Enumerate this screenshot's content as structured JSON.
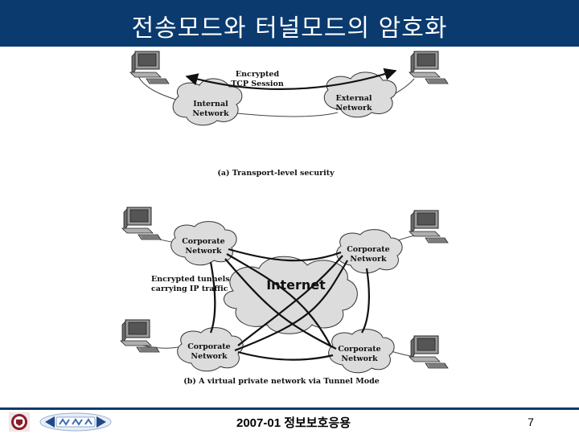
{
  "title": "전송모드와 터널모드의 암호화",
  "colors": {
    "title_bar": "#0a3a6e",
    "cloud_fill": "#dcdcdc",
    "cloud_stroke": "#333333"
  },
  "diagram_a": {
    "arrow_label_1": "Encrypted",
    "arrow_label_2": "TCP Session",
    "internal_1": "Internal",
    "internal_2": "Network",
    "external_1": "External",
    "external_2": "Network",
    "caption": "(a) Transport-level security"
  },
  "diagram_b": {
    "corp_tl_1": "Corporate",
    "corp_tl_2": "Network",
    "corp_tr_1": "Corporate",
    "corp_tr_2": "Network",
    "corp_bl_1": "Corporate",
    "corp_bl_2": "Network",
    "corp_br_1": "Corporate",
    "corp_br_2": "Network",
    "internet": "Internet",
    "tunnel_label_1": "Encrypted tunnels",
    "tunnel_label_2": "carrying IP traffic",
    "caption": "(b) A virtual private network via Tunnel Mode"
  },
  "footer": {
    "course": "2007-01 정보보호응용",
    "page": "7"
  },
  "icons": [
    "computer-icon",
    "university-seal-icon",
    "netsec-logo-icon"
  ]
}
